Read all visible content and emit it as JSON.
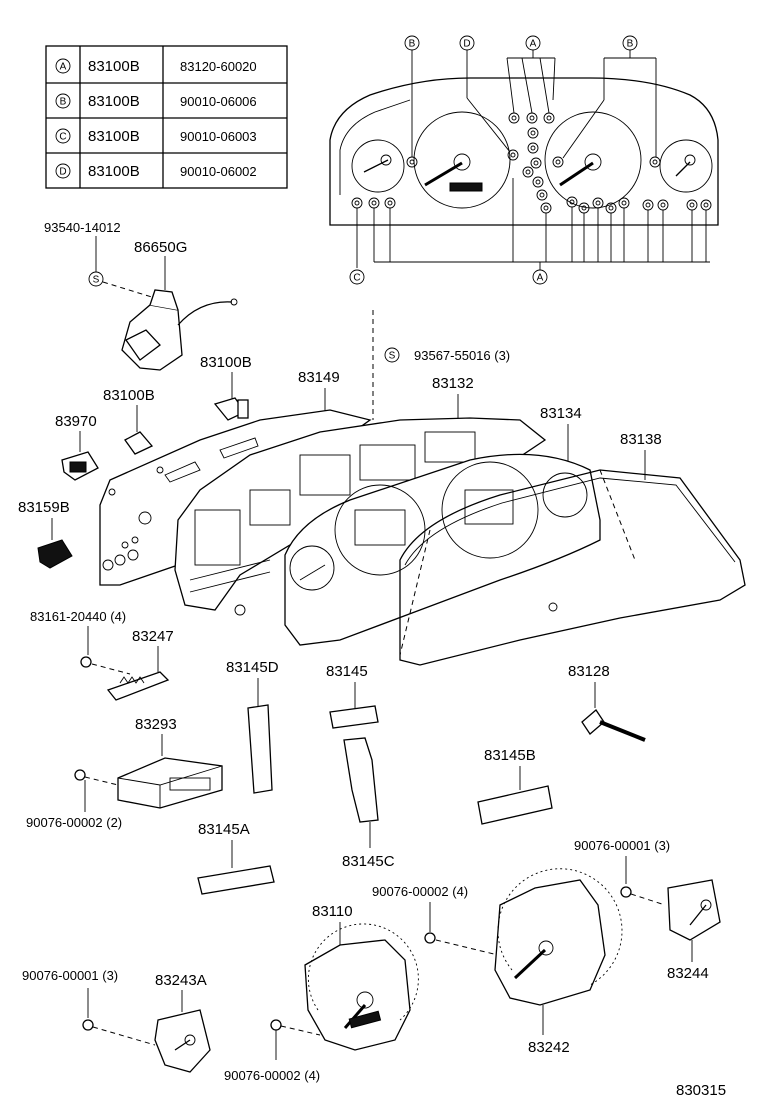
{
  "legend_table": {
    "rows": [
      {
        "marker": "A",
        "code": "83100B",
        "part": "83120-60020"
      },
      {
        "marker": "B",
        "code": "83100B",
        "part": "90010-06006"
      },
      {
        "marker": "C",
        "code": "83100B",
        "part": "90010-06003"
      },
      {
        "marker": "D",
        "code": "83100B",
        "part": "90010-06002"
      }
    ]
  },
  "bulb_markers": {
    "a_top": "A",
    "a_bottom": "A",
    "b_left": "B",
    "b_right": "B",
    "c": "C",
    "d": "D"
  },
  "part_labels": {
    "p93540": "93540-14012",
    "p86650g": "86650G",
    "s_mark": "S",
    "p93567": "93567-55016 (3)",
    "p83100b_1": "83100B",
    "p83100b_2": "83100B",
    "p83970": "83970",
    "p83159b": "83159B",
    "p83149": "83149",
    "p83132": "83132",
    "p83134": "83134",
    "p83138": "83138",
    "p83161": "83161-20440 (4)",
    "p83247": "83247",
    "p83145d": "83145D",
    "p83145": "83145",
    "p83128": "83128",
    "p83293": "83293",
    "p90076_00002_a": "90076-00002 (2)",
    "p83145b": "83145B",
    "p83145a": "83145A",
    "p83145c": "83145C",
    "p90076_00001_a": "90076-00001 (3)",
    "p90076_00002_b": "90076-00002 (4)",
    "p83110": "83110",
    "p83244": "83244",
    "p90076_00001_b": "90076-00001 (3)",
    "p83243a": "83243A",
    "p83242": "83242",
    "p90076_00002_c": "90076-00002 (4)",
    "figure_no": "830315"
  }
}
